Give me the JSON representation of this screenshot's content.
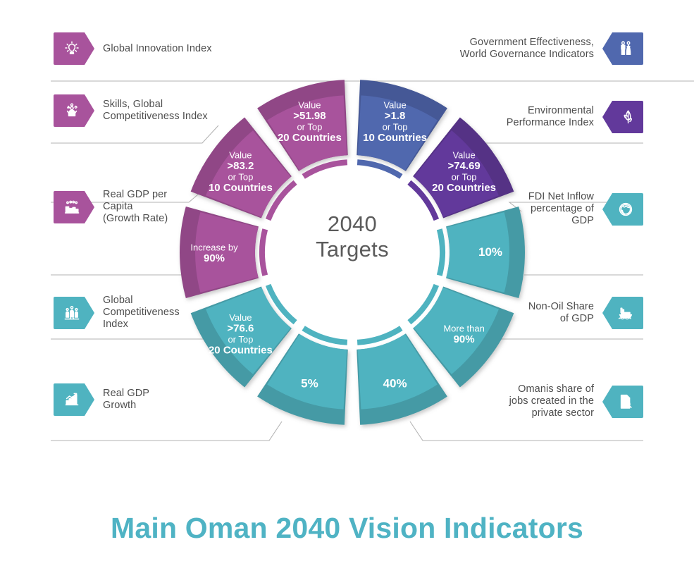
{
  "footer": {
    "title": "Main Oman 2040 Vision Indicators"
  },
  "center": {
    "line1": "2040",
    "line2": "Targets"
  },
  "colors": {
    "magenta": "#A8539C",
    "magenta_dark": "#8F3F85",
    "blue": "#5068AE",
    "blue_dark": "#3F5799",
    "violet": "#62399B",
    "violet_dark": "#512D85",
    "teal": "#4FB3C0",
    "teal_dark": "#3E9AA8",
    "text_gray": "#4d4d4d",
    "line_gray": "#b3b3b3",
    "title_teal": "#4fb3c4"
  },
  "chart_data": {
    "type": "pie",
    "title": "Main Oman 2040 Vision Indicators",
    "center_label": "2040 Targets",
    "legend": "labels around donut",
    "total_segments": 10,
    "segment_angle_deg": 36,
    "categories": [
      "Government Effectiveness, World Governance Indicators",
      "Environmental Performance Index",
      "FDI Net Inflow percentage of GDP",
      "Non-Oil Share of GDP",
      "Omanis share of jobs created in the private sector",
      "Real GDP Growth",
      "Global Competitiveness Index",
      "Real GDP per Capita (Growth Rate)",
      "Skills, Global Competitiveness Index",
      "Global Innovation Index"
    ],
    "values": [
      10,
      10,
      10,
      10,
      10,
      10,
      10,
      10,
      10,
      10
    ],
    "segments": [
      {
        "id": "gov-effectiveness",
        "side": "right",
        "color": "#5068AE",
        "start_deg": 0,
        "end_deg": 36,
        "lines": [
          {
            "t": "Value",
            "b": false
          },
          {
            "t": ">1.8",
            "b": true
          },
          {
            "t": "or Top",
            "b": false
          },
          {
            "t": "10 Countries",
            "b": true
          }
        ]
      },
      {
        "id": "environmental-performance",
        "side": "right",
        "color": "#62399B",
        "start_deg": 36,
        "end_deg": 72,
        "lines": [
          {
            "t": "Value",
            "b": false
          },
          {
            "t": ">74.69",
            "b": true
          },
          {
            "t": "or Top",
            "b": false
          },
          {
            "t": "20 Countries",
            "b": true
          }
        ]
      },
      {
        "id": "fdi-net-inflow",
        "side": "right",
        "color": "#4FB3C0",
        "start_deg": 72,
        "end_deg": 108,
        "lines": [
          {
            "t": "10%",
            "b": true,
            "big": true
          }
        ]
      },
      {
        "id": "non-oil-share",
        "side": "right",
        "color": "#4FB3C0",
        "start_deg": 108,
        "end_deg": 144,
        "lines": [
          {
            "t": "More than",
            "b": false
          },
          {
            "t": "90%",
            "b": true
          }
        ]
      },
      {
        "id": "omanis-private-sector-jobs",
        "side": "right",
        "color": "#4FB3C0",
        "start_deg": 144,
        "end_deg": 180,
        "lines": [
          {
            "t": "40%",
            "b": true,
            "big": true
          }
        ]
      },
      {
        "id": "real-gdp-growth",
        "side": "left",
        "color": "#4FB3C0",
        "start_deg": 180,
        "end_deg": 216,
        "lines": [
          {
            "t": "5%",
            "b": true,
            "big": true
          }
        ]
      },
      {
        "id": "global-competitiveness-index",
        "side": "left",
        "color": "#4FB3C0",
        "start_deg": 216,
        "end_deg": 252,
        "lines": [
          {
            "t": "Value",
            "b": false
          },
          {
            "t": ">76.6",
            "b": true
          },
          {
            "t": "or Top",
            "b": false
          },
          {
            "t": "20 Countries",
            "b": true
          }
        ]
      },
      {
        "id": "real-gdp-per-capita",
        "side": "left",
        "color": "#A8539C",
        "start_deg": 252,
        "end_deg": 288,
        "lines": [
          {
            "t": "Increase by",
            "b": false
          },
          {
            "t": "90%",
            "b": true
          }
        ]
      },
      {
        "id": "skills-global-competitiveness",
        "side": "left",
        "color": "#A8539C",
        "start_deg": 288,
        "end_deg": 324,
        "lines": [
          {
            "t": "Value",
            "b": false
          },
          {
            "t": ">83.2",
            "b": true
          },
          {
            "t": "or Top",
            "b": false
          },
          {
            "t": "10 Countries",
            "b": true
          }
        ]
      },
      {
        "id": "global-innovation-index",
        "side": "left",
        "color": "#A8539C",
        "start_deg": 324,
        "end_deg": 360,
        "lines": [
          {
            "t": "Value",
            "b": false
          },
          {
            "t": ">51.98",
            "b": true
          },
          {
            "t": "or Top",
            "b": false
          },
          {
            "t": "20 Countries",
            "b": true
          }
        ]
      }
    ]
  },
  "labels_left": [
    {
      "id": "global-innovation-index",
      "icon": "lightbulb-icon",
      "color": "#A8539C",
      "text": "Global Innovation Index"
    },
    {
      "id": "skills-global-competitiveness",
      "icon": "skills-person-icon",
      "color": "#A8539C",
      "text": "Skills, Global\nCompetitiveness Index"
    },
    {
      "id": "real-gdp-per-capita",
      "icon": "people-group-icon",
      "color": "#A8539C",
      "text": "Real GDP per\nCapita\n(Growth Rate)"
    },
    {
      "id": "global-competitiveness-index",
      "icon": "podium-people-icon",
      "color": "#4FB3C0",
      "text": "Global\nCompetitiveness\nIndex"
    },
    {
      "id": "real-gdp-growth",
      "icon": "bar-chart-growth-icon",
      "color": "#4FB3C0",
      "text": "Real GDP\nGrowth"
    }
  ],
  "labels_right": [
    {
      "id": "gov-effectiveness",
      "icon": "two-people-icon",
      "color": "#5068AE",
      "text": "Government Effectiveness,\nWorld Governance Indicators"
    },
    {
      "id": "environmental-performance",
      "icon": "leaf-plant-icon",
      "color": "#62399B",
      "text": "Environmental\nPerformance Index"
    },
    {
      "id": "fdi-net-inflow",
      "icon": "globe-icon",
      "color": "#4FB3C0",
      "text": "FDI Net Inflow\npercentage of\nGDP"
    },
    {
      "id": "non-oil-share",
      "icon": "cargo-ship-icon",
      "color": "#4FB3C0",
      "text": "Non-Oil Share\nof GDP"
    },
    {
      "id": "omanis-private-sector-jobs",
      "icon": "document-search-icon",
      "color": "#4FB3C0",
      "text": "Omanis share of\njobs created in the\nprivate sector"
    }
  ]
}
